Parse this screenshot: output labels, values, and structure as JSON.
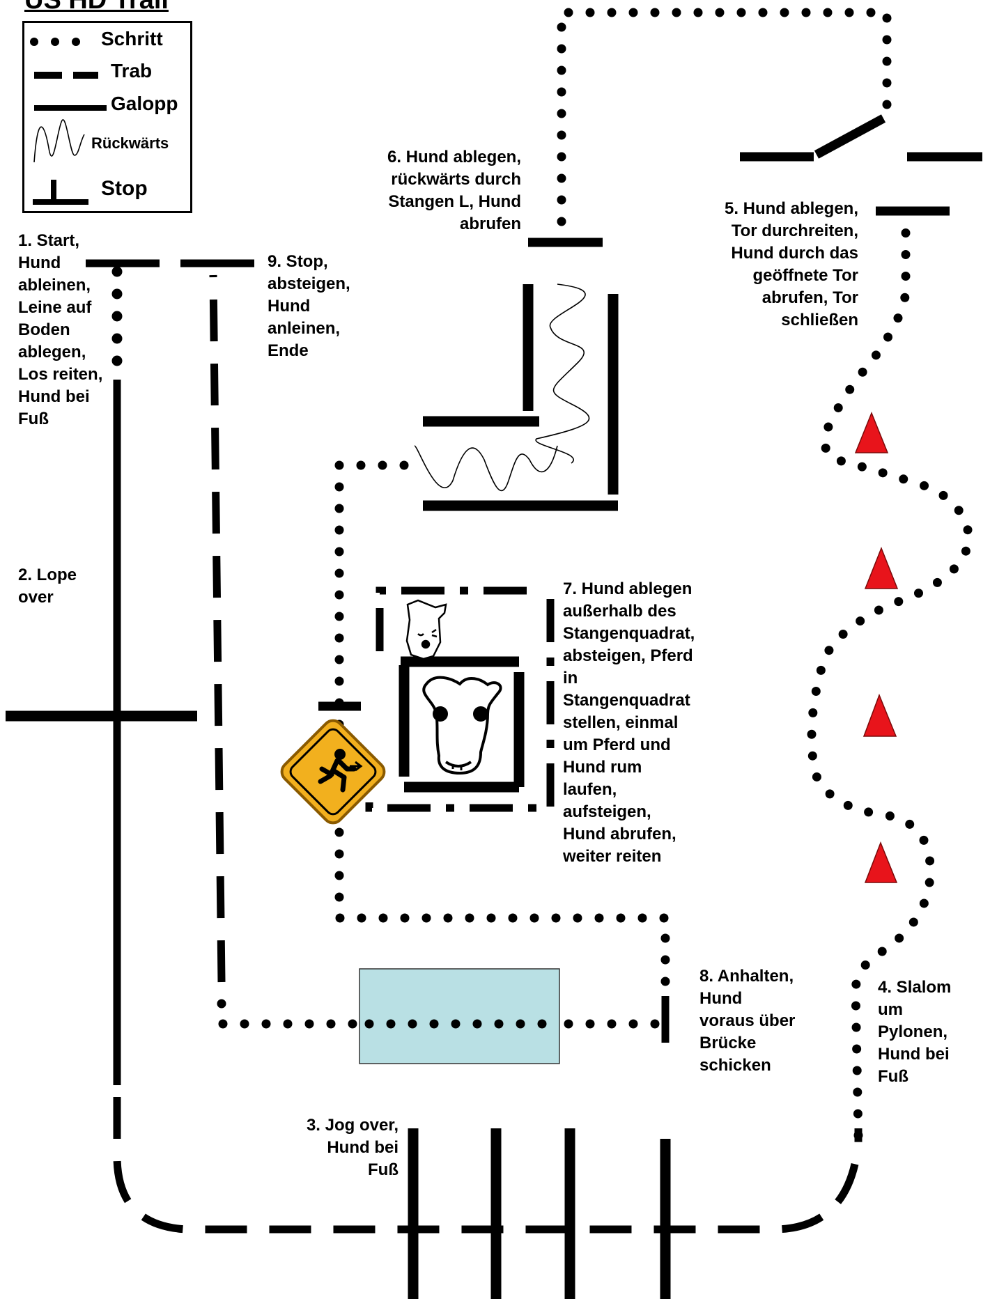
{
  "title": "US HD Trail",
  "legend": {
    "walk": "Schritt",
    "trot": "Trab",
    "canter": "Galopp",
    "backwards": "Rückwärts",
    "stop": "Stop"
  },
  "stations": {
    "s1": "1. Start,\nHund\nableinen,\nLeine auf\nBoden\nablegen,\nLos reiten,\nHund bei\nFuß",
    "s2": "2. Lope\nover",
    "s3": "3. Jog over,\nHund bei\nFuß",
    "s4": "4. Slalom\num\nPylonen,\nHund bei\nFuß",
    "s5": "5. Hund ablegen,\nTor durchreiten,\nHund durch das\ngeöffnete Tor\nabrufen, Tor\nschließen",
    "s6": "6. Hund ablegen,\nrückwärts durch\nStangen L, Hund\nabrufen",
    "s7": "7. Hund ablegen\naußerhalb des\nStangenquadrat,\nabsteigen, Pferd\nin\nStangenquadrat\nstellen, einmal\num Pferd und\nHund rum\nlaufen,\naufsteigen,\nHund abrufen,\nweiter reiten",
    "s8": "8. Anhalten,\nHund\nvoraus über\nBrücke\nschicken",
    "s9": "9. Stop,\nabsteigen,\nHund\nanleinen,\nEnde"
  },
  "colors": {
    "line": "#000000",
    "bridge": "#b9e0e4",
    "cone": "#e8141b",
    "warning_sign": "#f2b01e"
  },
  "icons": [
    "dog-icon",
    "horse-head-icon",
    "running-person-warning-icon",
    "cone-icon"
  ]
}
